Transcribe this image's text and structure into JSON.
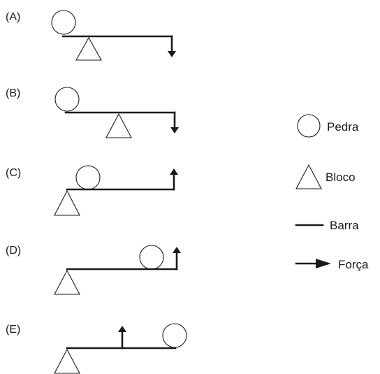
{
  "options": [
    {
      "label": "(A)"
    },
    {
      "label": "(B)"
    },
    {
      "label": "(C)"
    },
    {
      "label": "(D)"
    },
    {
      "label": "(E)"
    }
  ],
  "legend": [
    {
      "icon": "circle-icon",
      "label": "Pedra"
    },
    {
      "icon": "triangle-icon",
      "label": "Bloco"
    },
    {
      "icon": "bar-line-icon",
      "label": "Barra"
    },
    {
      "icon": "arrow-right-icon",
      "label": "Força"
    }
  ],
  "colors": {
    "ink": "#1a1a1a",
    "background": "#ffffff"
  }
}
